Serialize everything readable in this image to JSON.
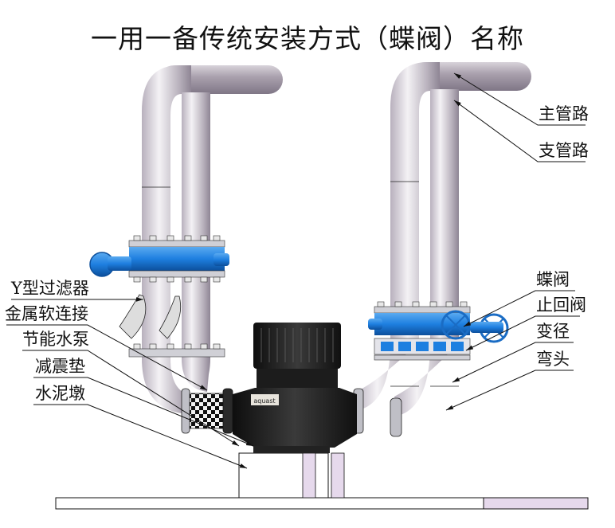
{
  "title": "一用一备传统安装方式（蝶阀）名称",
  "labels_left": [
    {
      "id": "y-strainer",
      "text": "Y型过滤器"
    },
    {
      "id": "metal-flex-joint",
      "text": "金属软连接"
    },
    {
      "id": "energy-pump",
      "text": "节能水泵"
    },
    {
      "id": "damping-pad",
      "text": "减震垫"
    },
    {
      "id": "concrete-pier",
      "text": "水泥墩"
    }
  ],
  "labels_right": [
    {
      "id": "main-pipe",
      "text": "主管路"
    },
    {
      "id": "branch-pipe",
      "text": "支管路"
    },
    {
      "id": "butterfly-valve",
      "text": "蝶阀"
    },
    {
      "id": "check-valve",
      "text": "止回阀"
    },
    {
      "id": "reducer",
      "text": "变径"
    },
    {
      "id": "elbow",
      "text": "弯头"
    }
  ],
  "pump_brand": "aquast",
  "colors": {
    "pipe": "#c9c3cc",
    "pipe_dark": "#8e8594",
    "valve_blue": "#1e7fe0",
    "pump_black": "#1c1c1c",
    "base_tint": "#e6d9ec"
  }
}
